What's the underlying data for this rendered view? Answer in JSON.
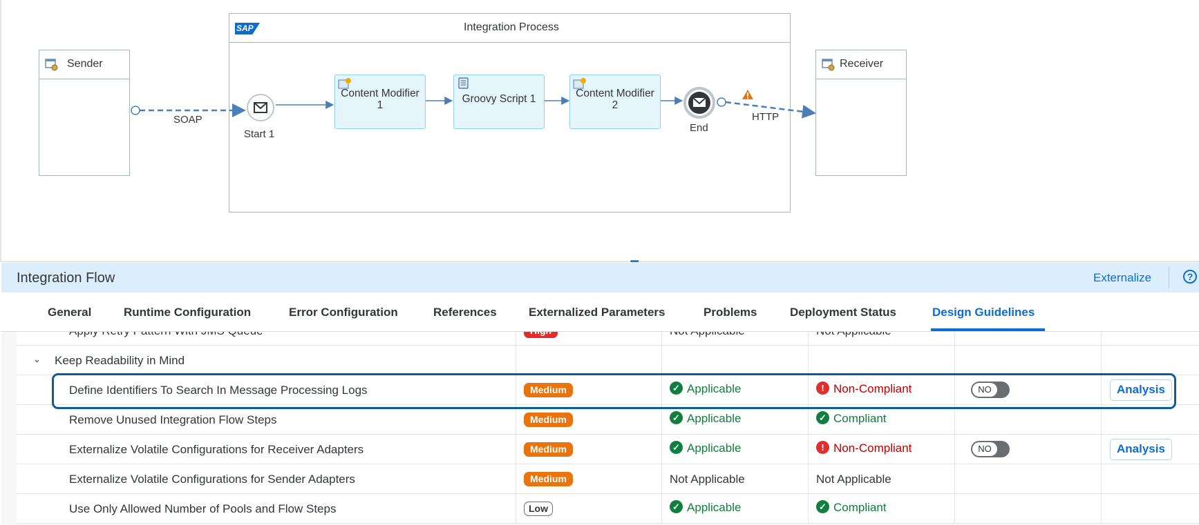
{
  "diagram": {
    "pool_title": "Integration Process",
    "sap_logo": "SAP",
    "sender_label": "Sender",
    "receiver_label": "Receiver",
    "sender_adapter": "SOAP",
    "receiver_adapter": "HTTP",
    "start_label": "Start 1",
    "end_label": "End",
    "steps": [
      {
        "label": "Content Modifier\n1"
      },
      {
        "label": "Groovy Script 1"
      },
      {
        "label": "Content Modifier\n2"
      }
    ]
  },
  "panel": {
    "title": "Integration Flow",
    "externalize_label": "Externalize",
    "help_icon": "?"
  },
  "tabs": [
    {
      "label": "General"
    },
    {
      "label": "Runtime Configuration"
    },
    {
      "label": "Error Configuration"
    },
    {
      "label": "References"
    },
    {
      "label": "Externalized Parameters"
    },
    {
      "label": "Problems"
    },
    {
      "label": "Deployment Status"
    },
    {
      "label": "Design Guidelines",
      "active": true
    }
  ],
  "table": {
    "partial_row": {
      "name": "Apply Retry Pattern With JMS Queue",
      "priority": "High",
      "applicability": "Not Applicable",
      "compliance": "Not Applicable"
    },
    "group": {
      "label": "Keep Readability in Mind"
    },
    "rows": [
      {
        "name": "Define Identifiers To Search In Message Processing Logs",
        "priority": "Medium",
        "applicability": "Applicable",
        "compliance": "Non-Compliant",
        "toggle": "NO",
        "action": "Analysis"
      },
      {
        "name": "Remove Unused Integration Flow Steps",
        "priority": "Medium",
        "applicability": "Applicable",
        "compliance": "Compliant",
        "toggle": "",
        "action": ""
      },
      {
        "name": "Externalize Volatile Configurations for Receiver Adapters",
        "priority": "Medium",
        "applicability": "Applicable",
        "compliance": "Non-Compliant",
        "toggle": "NO",
        "action": "Analysis"
      },
      {
        "name": "Externalize Volatile Configurations for Sender Adapters",
        "priority": "Medium",
        "applicability": "Not Applicable",
        "compliance": "Not Applicable",
        "toggle": "",
        "action": ""
      },
      {
        "name": "Use Only Allowed Number of Pools and Flow Steps",
        "priority": "Low",
        "applicability": "Applicable",
        "compliance": "Compliant",
        "toggle": "",
        "action": ""
      }
    ]
  },
  "colors": {
    "accent": "#0a6ed1",
    "medium": "#e9730c",
    "success": "#107e3e",
    "error": "#bb0000"
  }
}
